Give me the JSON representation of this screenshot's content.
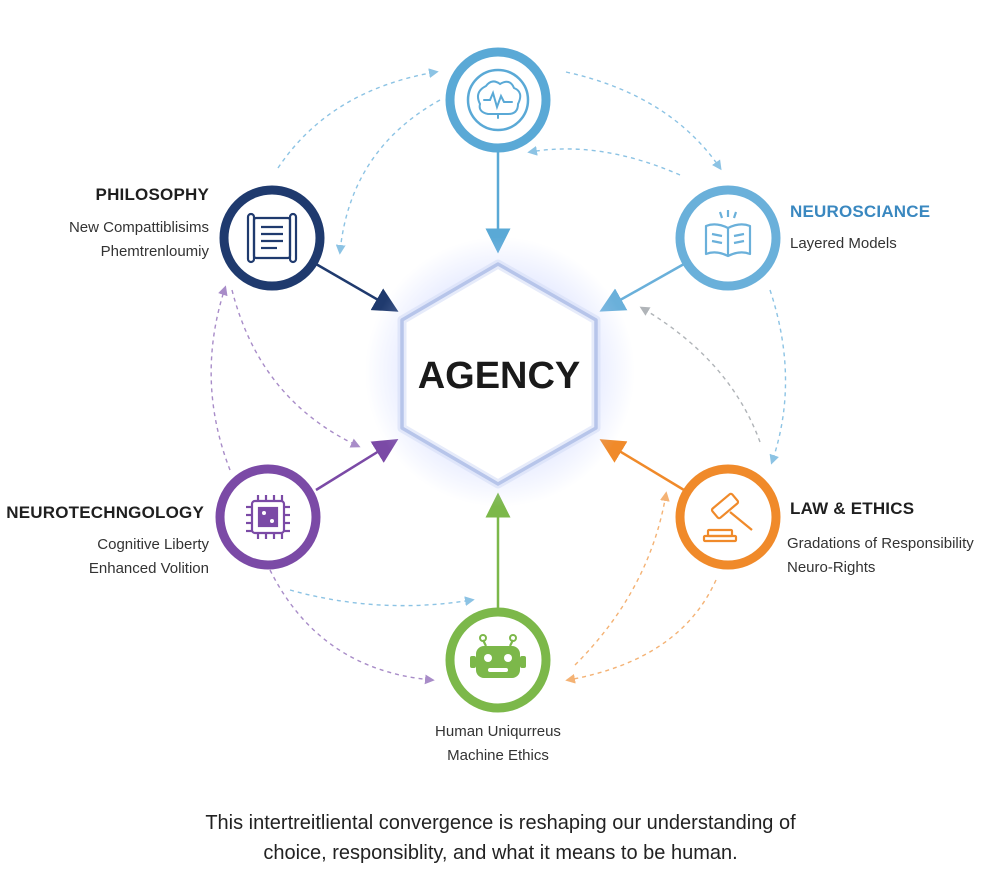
{
  "center": {
    "label": "AGENCY"
  },
  "nodes": {
    "neuro_top": {
      "title": "",
      "lines": [],
      "icon": "brain-icon",
      "color": "#5aa9d6"
    },
    "philosophy": {
      "title": "PHILOSOPHY",
      "lines": [
        "New Compattiblisims",
        "Phemtrenloumiy"
      ],
      "icon": "scroll-document-icon",
      "color": "#1f3a6e"
    },
    "neuroscience": {
      "title": "NEUROSCIANCE",
      "lines": [
        "Layered Models"
      ],
      "icon": "open-book-icon",
      "color": "#6ab0da",
      "title_color": "#3a88c0"
    },
    "neurotechnology": {
      "title": "NEUROTECHNGOLOGY",
      "lines": [
        "Cognitive Liberty",
        "Enhanced Volition"
      ],
      "icon": "microchip-icon",
      "color": "#7b4aa6"
    },
    "law_ethics": {
      "title": "LAW & ETHICS",
      "lines": [
        "Gradations of Responsibility",
        "Neuro-Rights"
      ],
      "icon": "gavel-icon",
      "color": "#f08a2a"
    },
    "ai": {
      "title": "",
      "lines": [
        "Human Uniqurreus",
        "Machine Ethics"
      ],
      "icon": "robot-icon",
      "color": "#7cb84a"
    }
  },
  "footer": {
    "line1": "This intertreitliental convergence is reshaping our understanding of",
    "line2": "choice, responsiblity, and what it means to be human."
  }
}
